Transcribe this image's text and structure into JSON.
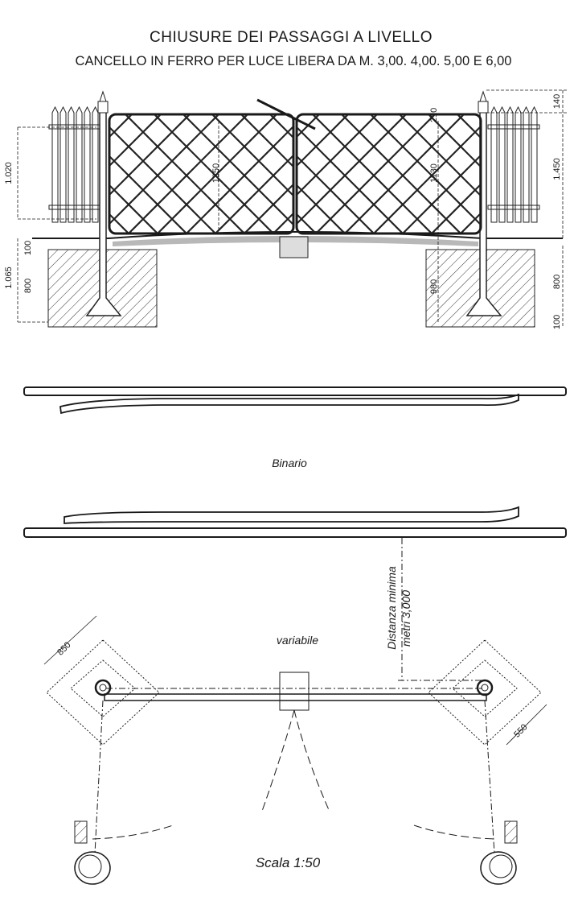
{
  "title": "CHIUSURE DEI PASSAGGI A LIVELLO",
  "subtitle": "CANCELLO IN FERRO PER  LUCE LIBERA DA  M.  3,00. 4,00. 5,00 E 6,00",
  "elevation": {
    "dims": {
      "left_fence_height": "1.020",
      "left_total": "1.065",
      "left_top": "100",
      "left_foundation": "800",
      "left_leaf_height": "1350",
      "right_leaf_height": "1130",
      "right_top_offset": "210",
      "right_cap": "140",
      "right_post_height": "1.450",
      "right_foundation": "800",
      "right_base": "100",
      "right_inner": "980"
    }
  },
  "track": {
    "label": "Binario"
  },
  "plan": {
    "variable_label": "variabile",
    "min_distance_label": "Distanza  minima",
    "min_distance_value": "metri  3,000",
    "diag_left": "850",
    "diag_right": "550",
    "scale": "Scala 1:50"
  }
}
